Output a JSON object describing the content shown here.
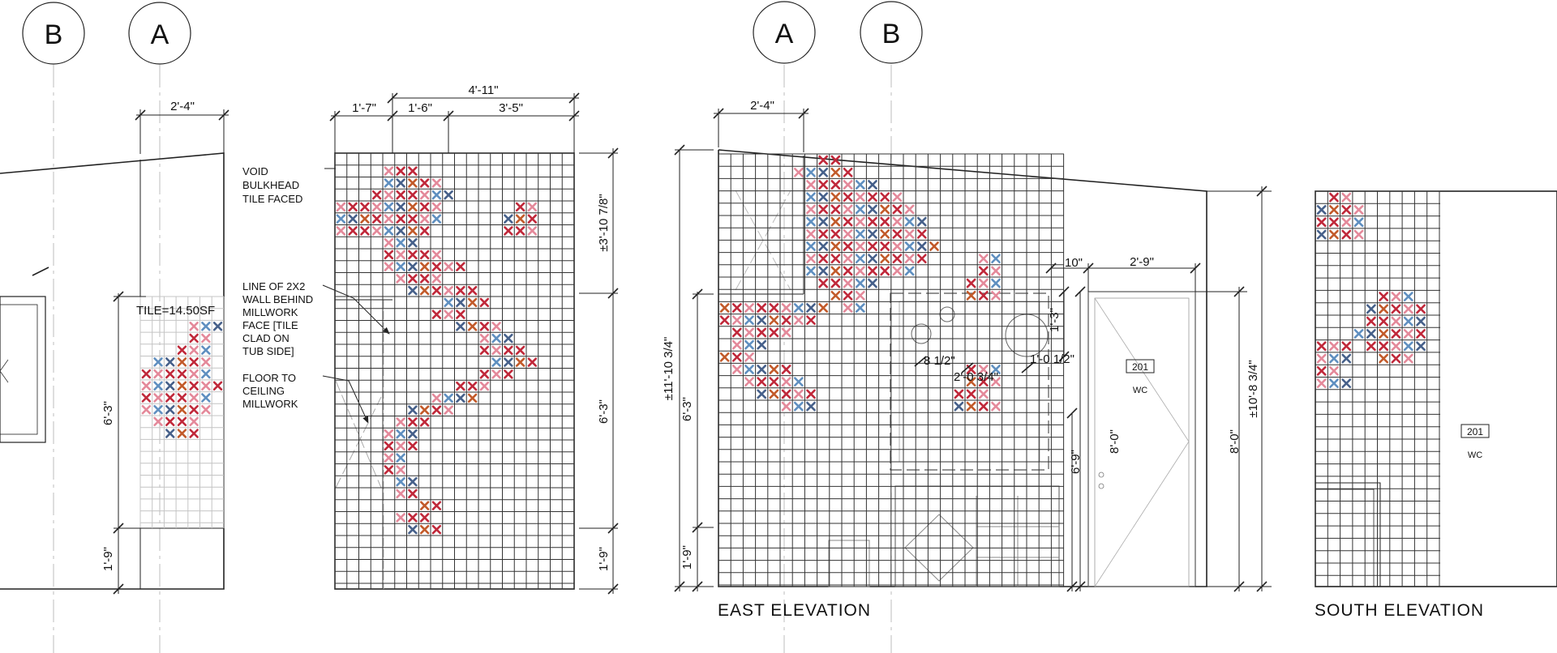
{
  "colors": {
    "line": "#222222",
    "grid_light": "#c4c4c4",
    "grid_dark": "#333333",
    "red": "#c0283a",
    "pink": "#e4899a",
    "blue": "#5f8fc0",
    "navy": "#46608a",
    "orange": "#c25a2a"
  },
  "grid_bubbles": [
    "B",
    "A",
    "A",
    "B"
  ],
  "dimensions": {
    "d1": "2'-4\"",
    "d2": "1'-7\"",
    "d3": "1'-6\"",
    "d4": "3'-5\"",
    "d5": "4'-11\"",
    "d6": "2'-4\"",
    "d7": "10\"",
    "d8": "2'-9\"",
    "d9": "8 1/2\"",
    "d10": "2'-0 3/4\"",
    "d11": "1'-0 1/2\"",
    "d12": "1'-3\"",
    "v1": "6'-3\"",
    "v2": "1'-9\"",
    "v3": "±3'-10 7/8\"",
    "v4": "6'-3\"",
    "v5": "1'-9\"",
    "v6": "±11'-10 3/4\"",
    "v7": "6'-3\"",
    "v8": "1'-9\"",
    "v9": "6'-9\"",
    "v10": "8'-0\"",
    "v11": "8'-0\"",
    "v12": "±10'-8 3/4\""
  },
  "annotations": {
    "tile_area": "TILE=14.50SF",
    "void_bulkhead": [
      "VOID",
      "BULKHEAD",
      "TILE FACED"
    ],
    "line_of_wall": [
      "LINE OF 2X2",
      "WALL BEHIND",
      "MILLWORK",
      "FACE [TILE",
      "CLAD ON",
      "TUB SIDE]"
    ],
    "floor_to_ceiling": [
      "FLOOR TO",
      "CEILING",
      "MILLWORK"
    ]
  },
  "tags": {
    "room_number_1": "201",
    "room_name_1": "WC",
    "room_number_2": "201",
    "room_name_2": "WC"
  },
  "titles": {
    "east": "EAST  ELEVATION",
    "south": "SOUTH  ELEVATION"
  }
}
